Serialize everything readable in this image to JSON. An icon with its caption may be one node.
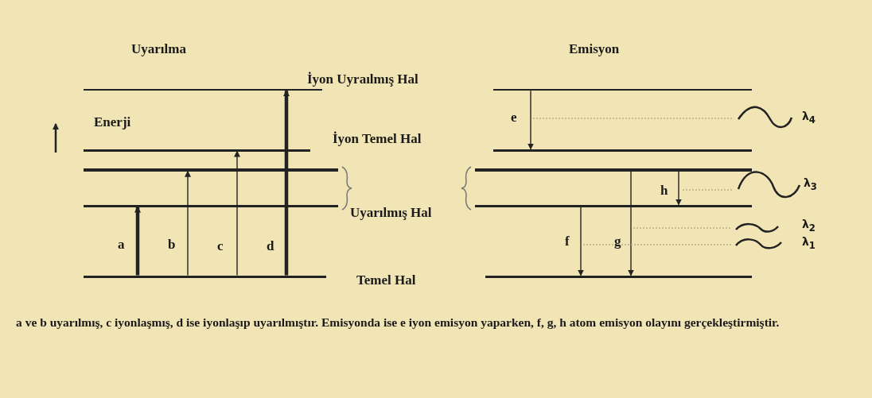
{
  "diagram": {
    "caption": "a ve b uyarılmış, c iyonlaşmış, d ise iyonlaşıp uyarılmıştır. Emisyonda ise e iyon emisyon yaparken, f, g, h atom emisyon olayını gerçekleştirmiştir.",
    "nodes": [
      {
        "text": [],
        "shape": "bar"
      },
      {
        "text": [],
        "shape": "bar"
      },
      {
        "text": [],
        "shape": "bar"
      },
      {
        "text": [],
        "shape": "bar"
      },
      {
        "text": [],
        "shape": "bar"
      },
      {
        "text": [],
        "shape": "bar"
      },
      {
        "text": [],
        "shape": "bar"
      },
      {
        "text": [],
        "shape": "bar"
      },
      {
        "text": [],
        "shape": "bar"
      },
      {
        "text": [],
        "shape": "bar"
      }
    ],
    "edges": [
      {
        "from": 4,
        "to": 3,
        "arrow": "to",
        "label": "a",
        "style": "thick"
      },
      {
        "from": 4,
        "to": 2,
        "arrow": "to",
        "label": "b"
      },
      {
        "from": 4,
        "to": 1,
        "arrow": "to",
        "label": "c"
      },
      {
        "from": 4,
        "to": 0,
        "arrow": "to",
        "label": "d",
        "style": "thick"
      },
      {
        "from": 5,
        "to": 6,
        "arrow": "to",
        "label": "e"
      },
      {
        "from": 7,
        "to": 8,
        "arrow": "to",
        "label": "h"
      },
      {
        "from": 8,
        "to": 9,
        "arrow": "to",
        "label": "f"
      },
      {
        "from": 7,
        "to": 9,
        "arrow": "to",
        "label": "g"
      }
    ],
    "labels": [
      "Uyarılma",
      "Emisyon",
      "İyon Uyraılmış Hal",
      "Enerji",
      "λ$_{4}$",
      "İyon Temel Hal",
      "λ$_{3}$",
      "Uyarılmış Hal",
      "λ$_{2}$",
      "λ$_{1}$",
      "Temel Hal"
    ]
  }
}
